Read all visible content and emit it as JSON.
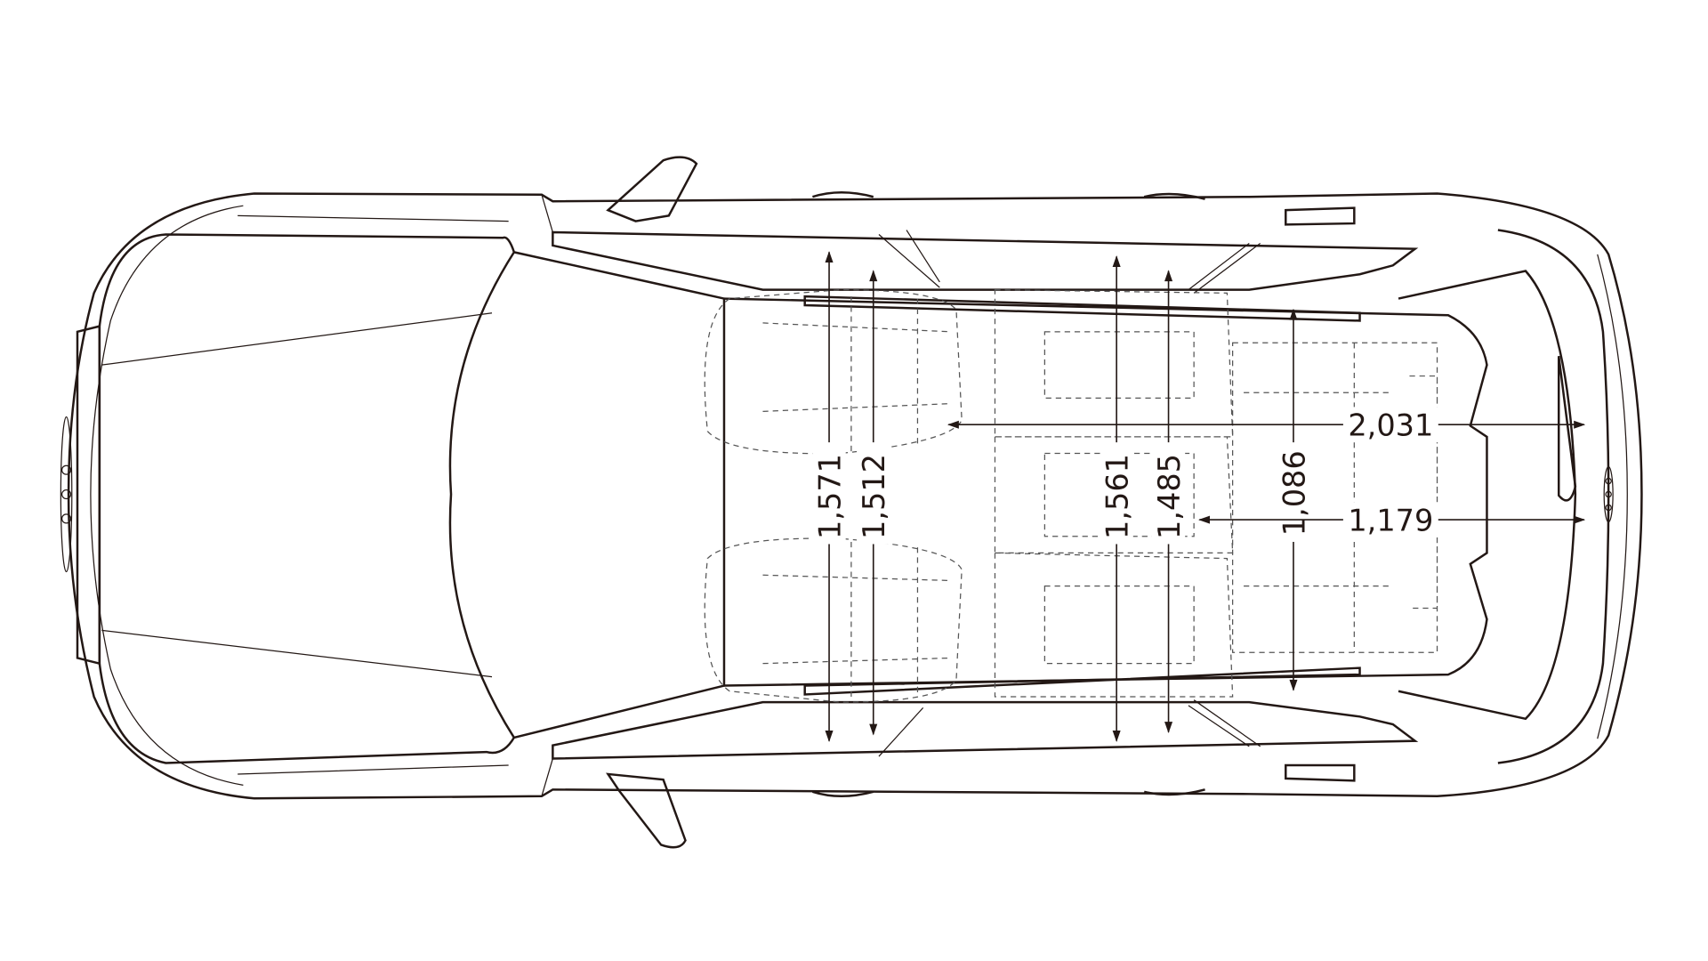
{
  "dimensions": {
    "front_headroom_width": "1,571",
    "front_shoulder_width": "1,512",
    "rear_headroom_width": "1,561",
    "rear_shoulder_width": "1,485",
    "luggage_width_between_wheelhouses": "1,086",
    "load_length_seats_folded": "2,031",
    "load_length": "1,179"
  }
}
